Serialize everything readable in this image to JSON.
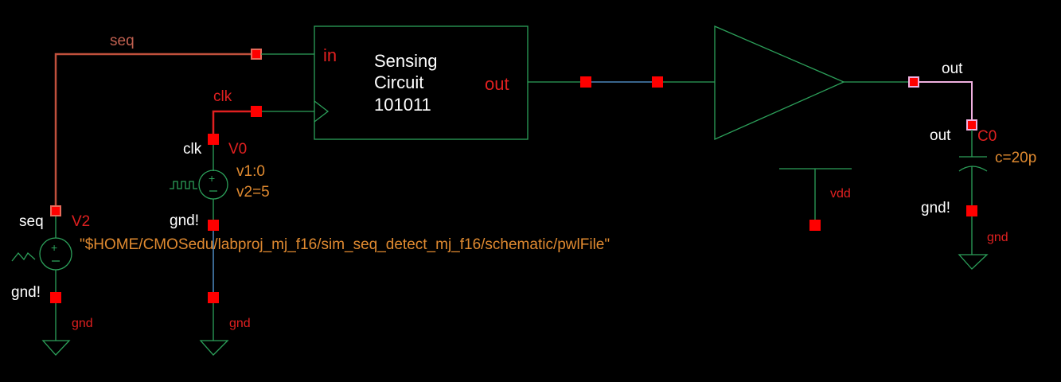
{
  "colors": {
    "background": "#000000",
    "wire": "#2ca05a",
    "pin": "#ff0000",
    "selected_net_seq": "#c0503c",
    "selected_net_clk": "#e02020",
    "highlight_out": "#f0b0e0",
    "probe_wire": "#5aa0e0",
    "label_red": "#e02020",
    "label_orange": "#e08a30"
  },
  "nets": {
    "seq": "seq",
    "clk": "clk",
    "out": "out"
  },
  "block": {
    "pin_in": "in",
    "pin_out": "out",
    "title_line1": "Sensing",
    "title_line2": "Circuit",
    "title_line3": "101011"
  },
  "v0": {
    "name": "V0",
    "plus_pin": "clk",
    "minus_pin": "gnd!",
    "param1": "v1:0",
    "param2": "v2=5",
    "ground": "gnd"
  },
  "v2": {
    "name": "V2",
    "plus_pin": "seq",
    "minus_pin": "gnd!",
    "file": "\"$HOME/CMOSedu/labproj_mj_f16/sim_seq_detect_mj_f16/schematic/pwlFile\"",
    "ground": "gnd"
  },
  "c0": {
    "name": "C0",
    "plus_pin": "out",
    "minus_pin": "gnd!",
    "param": "c=20p",
    "ground": "gnd"
  },
  "vdd": {
    "label": "vdd"
  }
}
